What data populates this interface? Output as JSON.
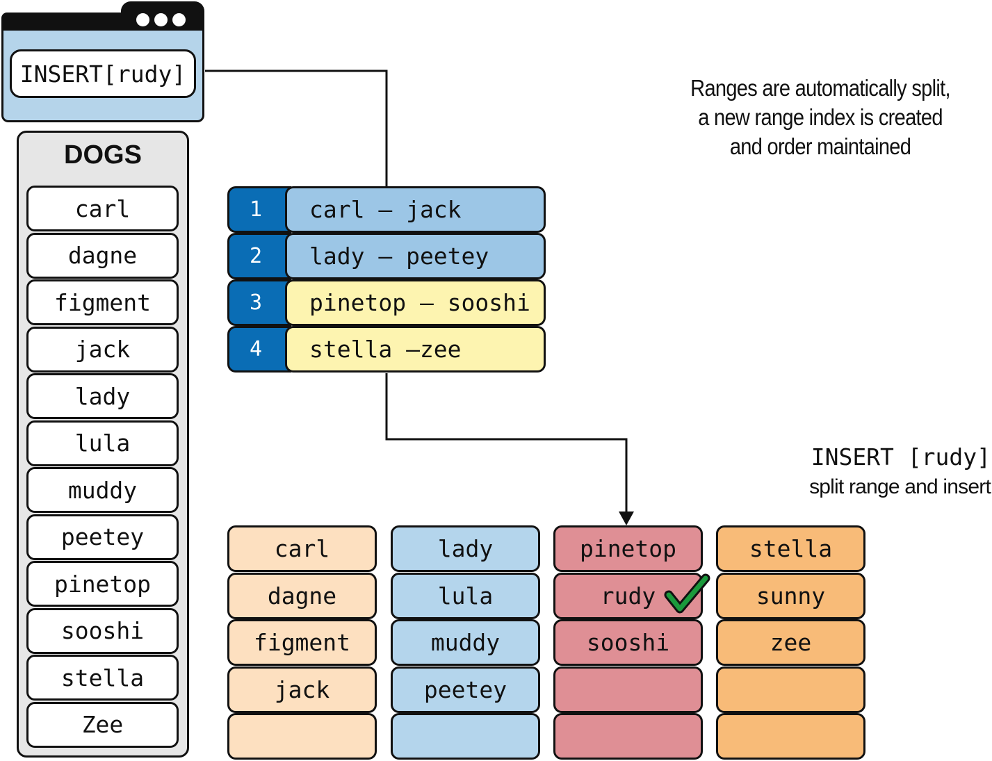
{
  "window": {
    "query": "INSERT[rudy]"
  },
  "dogs": {
    "title": "DOGS",
    "rows": [
      "carl",
      "dagne",
      "figment",
      "jack",
      "lady",
      "lula",
      "muddy",
      "peetey",
      "pinetop",
      "sooshi",
      "stella",
      "Zee"
    ]
  },
  "range_index": [
    {
      "id": "1",
      "range": "carl – jack",
      "color": "#9cc6e6"
    },
    {
      "id": "2",
      "range": "lady – peetey",
      "color": "#9cc6e6"
    },
    {
      "id": "3",
      "range": "pinetop – sooshi",
      "color": "#fdf4b0"
    },
    {
      "id": "4",
      "range": "stella –zee",
      "color": "#fdf4b0"
    }
  ],
  "note": {
    "line1": "Ranges are automatically split,",
    "line2": "a new range index is created",
    "line3": "and order maintained"
  },
  "insert_note": {
    "label": "INSERT [rudy]",
    "sub": "split range and insert"
  },
  "ranges": [
    {
      "color": "#fde0c0",
      "items": [
        "carl",
        "dagne",
        "figment",
        "jack",
        ""
      ]
    },
    {
      "color": "#b4d5ec",
      "items": [
        "lady",
        "lula",
        "muddy",
        "peetey",
        ""
      ]
    },
    {
      "color": "#df8f95",
      "items": [
        "pinetop",
        "rudy",
        "sooshi",
        "",
        ""
      ]
    },
    {
      "color": "#f8bb78",
      "items": [
        "stella",
        "sunny",
        "zee",
        "",
        ""
      ]
    }
  ],
  "colors": {
    "index_blue": "#0a6db5",
    "check_green": "#1b9a3c",
    "outline": "#111111"
  }
}
